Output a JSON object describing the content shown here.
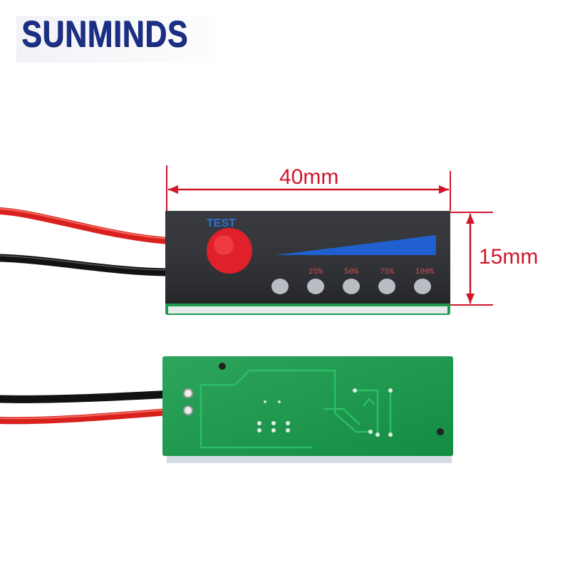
{
  "brand": {
    "text": "SUNMINDS",
    "color": "#1c2f86"
  },
  "dimensions": {
    "width_label": "40mm",
    "height_label": "15mm",
    "color": "#d1162a"
  },
  "front_panel": {
    "test_label": "TEST",
    "levels": [
      "25%",
      "50%",
      "75%",
      "100%"
    ],
    "panel_color": "#2a2c31",
    "accent_color": "#1f5fd0",
    "button_color": "#e0202a"
  },
  "wires": {
    "positive": "#d8201d",
    "negative": "#111111"
  },
  "pcb": {
    "color": "#169b4a"
  }
}
